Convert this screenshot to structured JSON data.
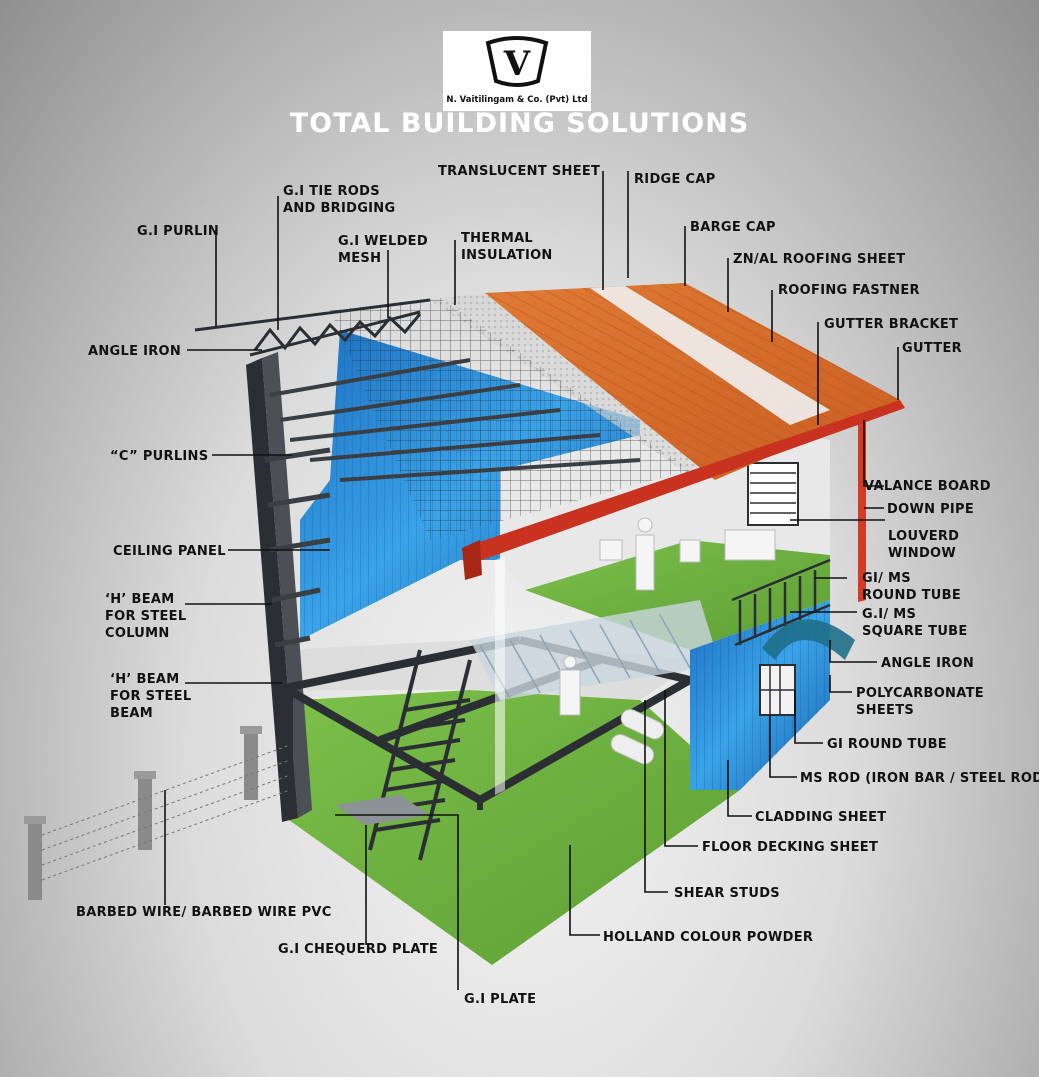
{
  "brand": {
    "logo_letter": "V",
    "company_name": "N. Vaitilingam & Co. (Pvt) Ltd",
    "title": "TOTAL BUILDING SOLUTIONS"
  },
  "labels": {
    "translucent_sheet": "TRANSLUCENT SHEET",
    "ridge_cap": "RIDGE CAP",
    "gi_tie_rods": "G.I TIE RODS\nAND BRIDGING",
    "gi_purlin": "G.I PURLIN",
    "gi_welded_mesh": "G.I WELDED\nMESH",
    "thermal_insulation": "THERMAL\nINSULATION",
    "barge_cap": "BARGE CAP",
    "zn_al_roofing_sheet": "ZN/AL ROOFING SHEET",
    "roofing_fastner": "ROOFING FASTNER",
    "gutter_bracket": "GUTTER BRACKET",
    "gutter": "GUTTER",
    "angle_iron_left": "ANGLE IRON",
    "c_purlins": "“C” PURLINS",
    "valance_board": "VALANCE BOARD",
    "down_pipe": "DOWN PIPE",
    "louverd_window": "LOUVERD\nWINDOW",
    "ceiling_panel": "CEILING PANEL",
    "gi_ms_round_tube": "GI/ MS\nROUND TUBE",
    "h_beam_column": "‘H’ BEAM\nFOR STEEL\nCOLUMN",
    "gi_ms_square_tube": "G.I/ MS\nSQUARE TUBE",
    "angle_iron_right": "ANGLE IRON",
    "h_beam_beam": "‘H’ BEAM\nFOR STEEL\nBEAM",
    "polycarbonate_sheets": "POLYCARBONATE\nSHEETS",
    "gi_round_tube": "GI ROUND TUBE",
    "ms_rod": "MS ROD (IRON BAR / STEEL ROD )",
    "cladding_sheet": "CLADDING SHEET",
    "floor_decking_sheet": "FLOOR DECKING SHEET",
    "shear_studs": "SHEAR STUDS",
    "barbed_wire": "BARBED WIRE/ BARBED WIRE PVC",
    "gi_chequerd_plate": "G.I CHEQUERD PLATE",
    "holland_colour_powder": "HOLLAND COLOUR POWDER",
    "gi_plate": "G.I PLATE"
  },
  "colors": {
    "roof_orange": "#d9702e",
    "barge_red": "#c8321f",
    "panel_blue": "#2f8fd8",
    "floor_green": "#7fbf45",
    "steel_dark": "#2b2f33",
    "polycarbonate": "#1f6f8a"
  }
}
